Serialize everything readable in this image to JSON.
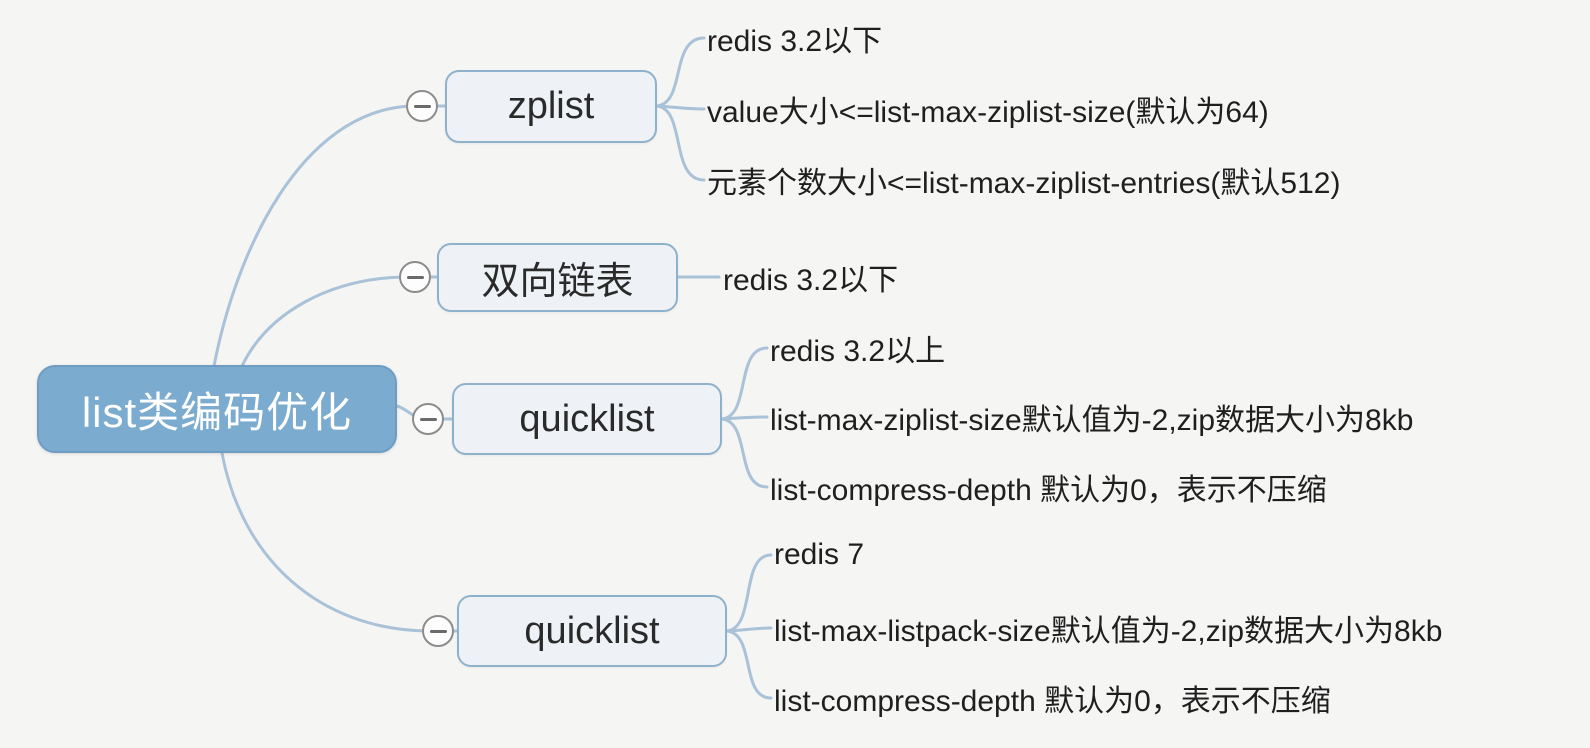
{
  "root": {
    "label": "list类编码优化"
  },
  "branches": [
    {
      "label": "zplist",
      "leaves": [
        "redis 3.2以下",
        "value大小<=list-max-ziplist-size(默认为64)",
        "元素个数大小<=list-max-ziplist-entries(默认512)"
      ]
    },
    {
      "label": "双向链表",
      "leaves": [
        "redis 3.2以下"
      ]
    },
    {
      "label": "quicklist",
      "leaves": [
        "redis 3.2以上",
        "list-max-ziplist-size默认值为-2,zip数据大小为8kb",
        "list-compress-depth 默认为0，表示不压缩"
      ]
    },
    {
      "label": "quicklist",
      "leaves": [
        "redis 7",
        "list-max-listpack-size默认值为-2,zip数据大小为8kb",
        "list-compress-depth 默认为0，表示不压缩"
      ]
    }
  ],
  "icons": {
    "collapse": "minus-circle"
  },
  "colors": {
    "background": "#f5f5f4",
    "root_fill": "#7babce",
    "root_text": "#ffffff",
    "branch_fill": "#eef2f6",
    "branch_border": "#8fb2cc",
    "connector": "#a9c2d8",
    "collapse_circle_border": "#8c8c8c",
    "leaf_text": "#1f1f1f"
  }
}
